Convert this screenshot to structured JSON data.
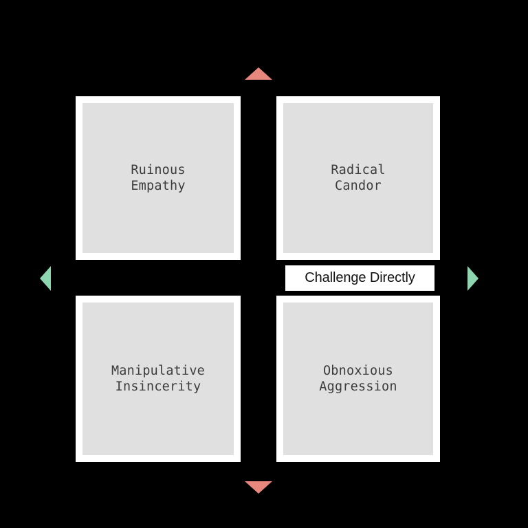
{
  "figure": {
    "background_color": "#000000",
    "type": "2x2-quadrant-matrix"
  },
  "quadrants": [
    {
      "id": "ruinous-empathy",
      "label": "Ruinous\nEmpathy",
      "position": "top-left",
      "fill_color": "#e0e0e0",
      "frame_color": "#ffffff",
      "text_color": "#3c3c3c"
    },
    {
      "id": "radical-candor",
      "label": "Radical\nCandor",
      "position": "top-right",
      "fill_color": "#e0e0e0",
      "frame_color": "#ffffff",
      "text_color": "#3c3c3c"
    },
    {
      "id": "manipulative-insincerity",
      "label": "Manipulative\nInsincerity",
      "position": "bottom-left",
      "fill_color": "#e0e0e0",
      "frame_color": "#ffffff",
      "text_color": "#3c3c3c"
    },
    {
      "id": "obnoxious-aggression",
      "label": "Obnoxious\nAggression",
      "position": "bottom-right",
      "fill_color": "#e0e0e0",
      "frame_color": "#ffffff",
      "text_color": "#3c3c3c"
    }
  ],
  "axis_labels": [
    {
      "id": "challenge-directly",
      "text": "Challenge Directly",
      "axis": "horizontal",
      "background_color": "#ffffff",
      "text_color": "#111111"
    }
  ],
  "arrows": [
    {
      "id": "arrow-up",
      "direction": "up",
      "color": "#e8877e"
    },
    {
      "id": "arrow-down",
      "direction": "down",
      "color": "#e8877e"
    },
    {
      "id": "arrow-left",
      "direction": "left",
      "color": "#8ed6b0"
    },
    {
      "id": "arrow-right",
      "direction": "right",
      "color": "#8ed6b0"
    }
  ]
}
